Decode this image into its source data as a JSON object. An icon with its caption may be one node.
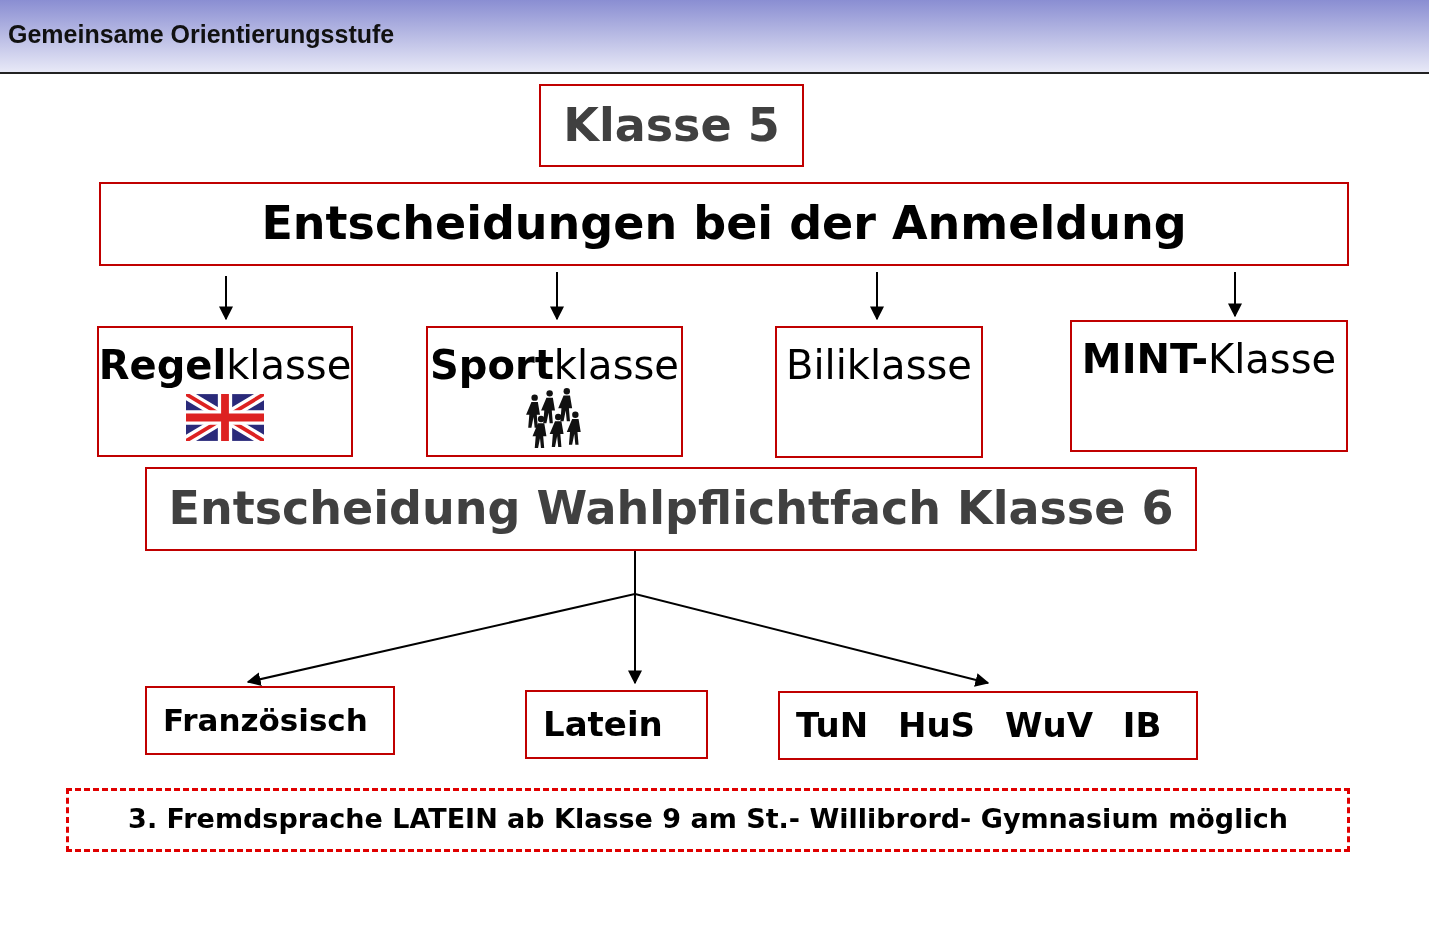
{
  "diagram": {
    "title": "Gemeinsame Orientierungsstufe",
    "nodes": [
      {
        "text": [
          "Klasse 5"
        ]
      },
      {
        "text": [
          "Entscheidungen bei der Anmeldung"
        ]
      },
      {
        "text": [
          "**Regel**klasse"
        ]
      },
      {
        "text": [
          "**Sport**klasse"
        ]
      },
      {
        "text": [
          "Biliklasse"
        ]
      },
      {
        "text": [
          "**MINT-**Klasse"
        ]
      },
      {
        "text": [
          "Entscheidung Wahlpflichtfach Klasse 6"
        ]
      },
      {
        "text": [
          "Französisch"
        ]
      },
      {
        "text": [
          "Latein"
        ]
      },
      {
        "text": [
          "TuN HuS WuV IB"
        ]
      },
      {
        "text": [
          "3. Fremdsprache LATEIN ab Klasse 9 am St.- Willibrord- Gymnasium möglich"
        ]
      }
    ],
    "edges": [
      {
        "from": 1,
        "to": 2,
        "arrow": "to"
      },
      {
        "from": 1,
        "to": 3,
        "arrow": "to"
      },
      {
        "from": 1,
        "to": 4,
        "arrow": "to"
      },
      {
        "from": 1,
        "to": 5,
        "arrow": "to"
      },
      {
        "from": 6,
        "to": 7,
        "arrow": "to"
      },
      {
        "from": 6,
        "to": 8,
        "arrow": "to"
      },
      {
        "from": 6,
        "to": 9,
        "arrow": "to"
      }
    ]
  }
}
